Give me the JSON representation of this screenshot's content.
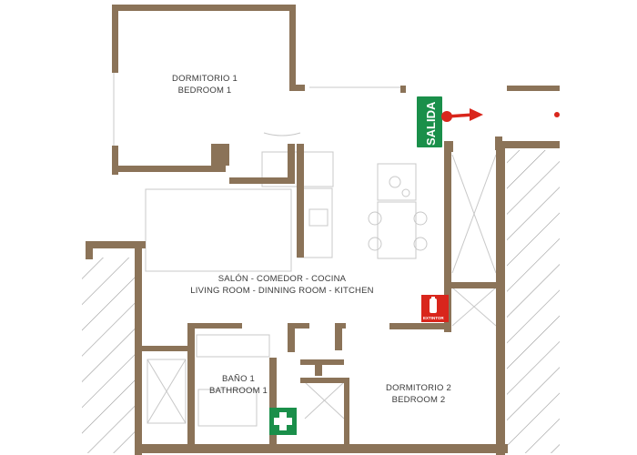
{
  "rooms": {
    "bedroom1": {
      "label_es": "DORMITORIO 1",
      "label_en": "BEDROOM 1"
    },
    "living": {
      "label_es": "SALÓN - COMEDOR - COCINA",
      "label_en": "LIVING ROOM - DINNING ROOM - KITCHEN"
    },
    "bathroom": {
      "label_es": "BAÑO 1",
      "label_en": "BATHROOM 1"
    },
    "bedroom2": {
      "label_es": "DORMITORIO 2",
      "label_en": "BEDROOM 2"
    }
  },
  "signs": {
    "exit": {
      "text": "SALIDA",
      "color": "#1a8f4a"
    },
    "extinguisher": {
      "text": "EXTINTOR",
      "color": "#d9261c"
    },
    "first_aid": {
      "color": "#1a8f4a"
    }
  },
  "colors": {
    "wall": "#8b7358",
    "arrow": "#d9261c",
    "hatch": "#9a9a9a"
  }
}
